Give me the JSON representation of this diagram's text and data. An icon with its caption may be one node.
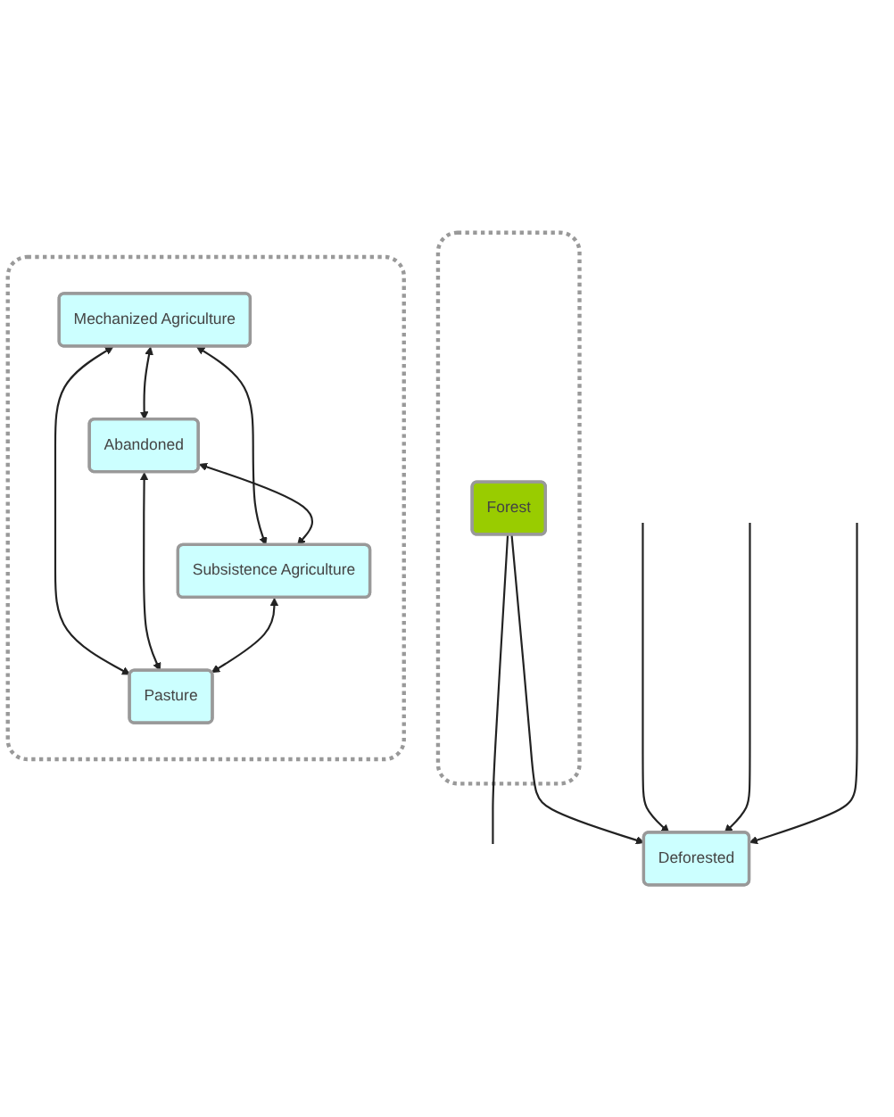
{
  "diagram": {
    "nodes": [
      {
        "text": [],
        "shape": "box"
      },
      {
        "text": [
          "Forest"
        ],
        "in": 0
      },
      {
        "text": [
          "Deforested"
        ]
      },
      {
        "text": [],
        "shape": "box"
      },
      {
        "text": [
          "Mechanized Agriculture"
        ],
        "in": 3
      },
      {
        "text": [
          "Abandoned"
        ],
        "in": 3
      },
      {
        "text": [
          "Subsistence Agriculture"
        ],
        "in": 3
      },
      {
        "text": [
          "Pasture"
        ],
        "in": 3
      }
    ],
    "edges": [
      {
        "from": null,
        "to": 2,
        "arrow": "to"
      },
      {
        "from": 1,
        "to": null,
        "arrow": "none"
      },
      {
        "from": 1,
        "to": 2,
        "arrow": "to"
      },
      {
        "from": null,
        "to": 2,
        "arrow": "to"
      },
      {
        "from": null,
        "to": 2,
        "arrow": "to"
      },
      {
        "from": 4,
        "to": 5,
        "arrow": "both"
      },
      {
        "from": 4,
        "to": 6,
        "arrow": "both"
      },
      {
        "from": 4,
        "to": 7,
        "arrow": "both"
      },
      {
        "from": 5,
        "to": 6,
        "arrow": "both"
      },
      {
        "from": 5,
        "to": 7,
        "arrow": "both"
      },
      {
        "from": 6,
        "to": 7,
        "arrow": "both"
      }
    ]
  }
}
